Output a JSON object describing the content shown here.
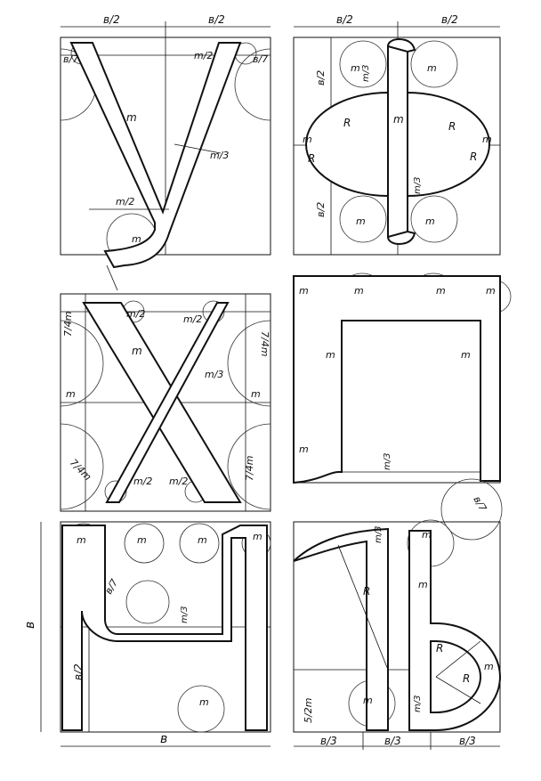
{
  "dimension_labels": {
    "b2": "в/2",
    "b7": "в/7",
    "b3": "в/3",
    "b": "в",
    "m": "m",
    "m2": "m/2",
    "m3": "m/3",
    "m74": "7/4m",
    "m52": "5/2m",
    "R": "R"
  },
  "colors": {
    "ink": "#111111",
    "paper": "#ffffff"
  }
}
